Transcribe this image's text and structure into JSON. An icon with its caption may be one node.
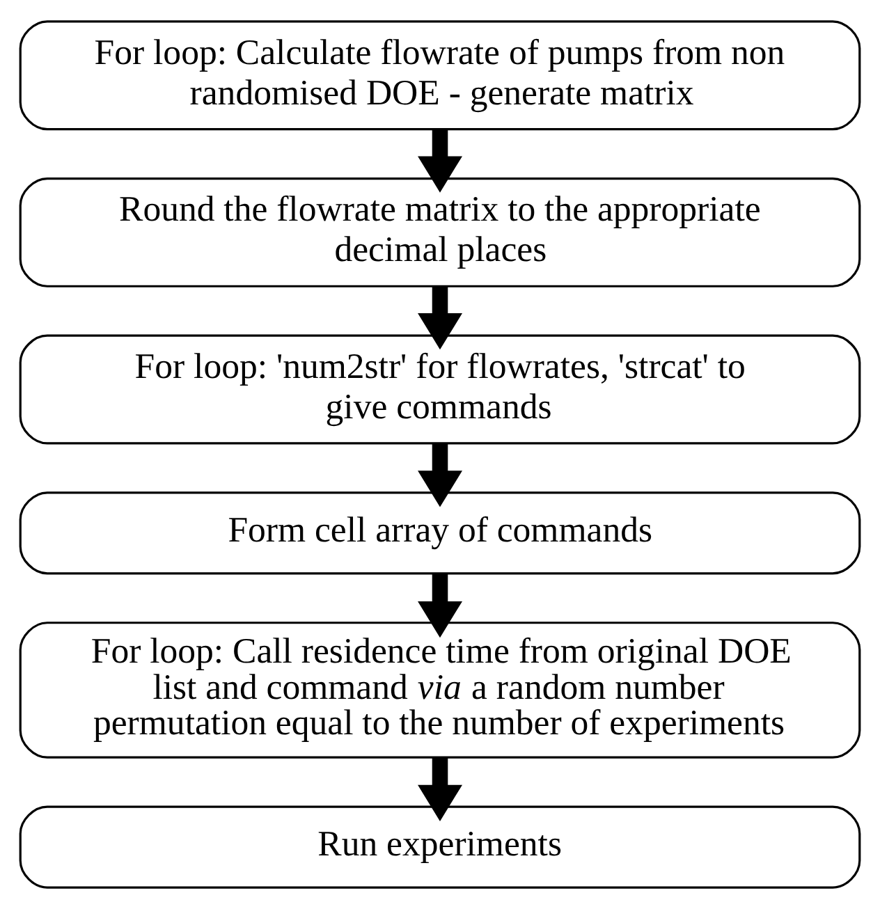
{
  "diagram": {
    "nodes": [
      {
        "text": [
          "For loop: Calculate flowrate of pumps from non randomised DOE - generate matrix"
        ]
      },
      {
        "text": [
          "Round the flowrate matrix to the appropriate decimal places"
        ]
      },
      {
        "text": [
          "For loop: 'num2str' for flowrates, 'strcat' to give commands"
        ]
      },
      {
        "text": [
          "Form cell array of commands"
        ]
      },
      {
        "text": [
          "For loop: Call residence time from original DOE list and command *via* a random number permutation equal to the number of experiments"
        ]
      },
      {
        "text": [
          "Run experiments"
        ]
      }
    ],
    "edges": [
      {
        "from": 0,
        "to": 1,
        "arrow": "to"
      },
      {
        "from": 1,
        "to": 2,
        "arrow": "to"
      },
      {
        "from": 2,
        "to": 3,
        "arrow": "to"
      },
      {
        "from": 3,
        "to": 4,
        "arrow": "to"
      },
      {
        "from": 4,
        "to": 5,
        "arrow": "to"
      }
    ]
  }
}
